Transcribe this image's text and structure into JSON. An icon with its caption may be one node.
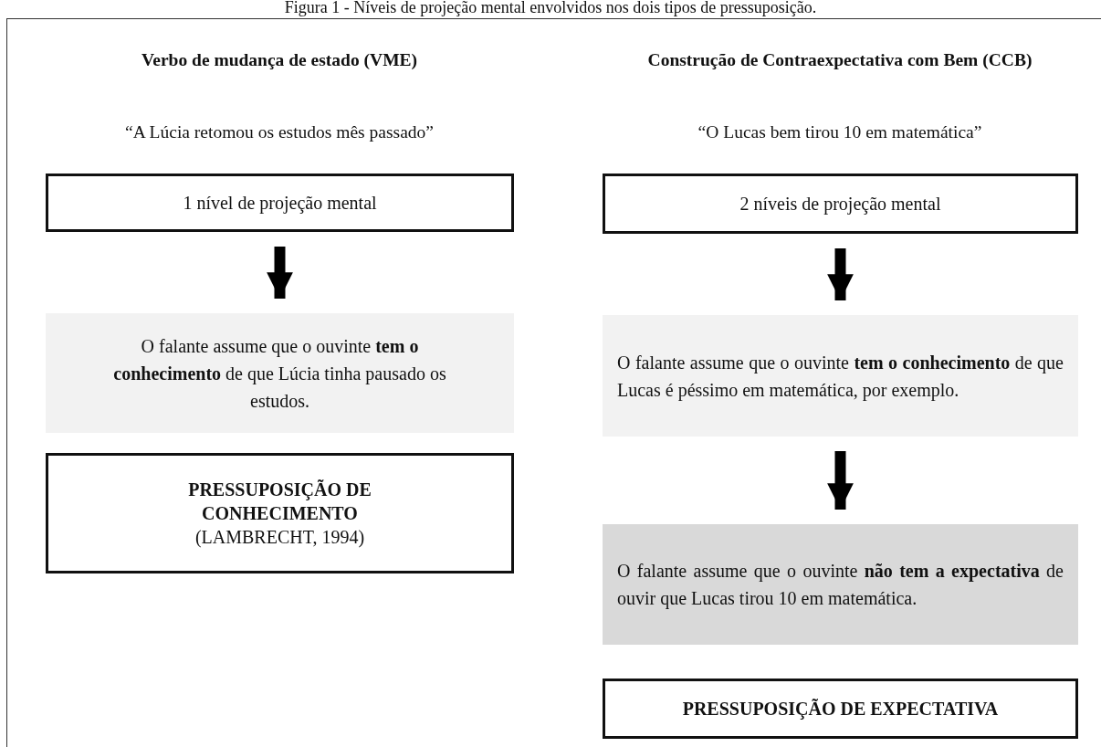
{
  "diagram": {
    "title": "Figura 1 - Níveis de projeção mental envolvidos nos dois tipos de pressuposição.",
    "nodes": [
      {
        "text": [
          "1 nível de projeção mental"
        ]
      },
      {
        "text": [
          "O falante assume que o ouvinte **tem o conhecimento** de que Lúcia tinha pausado os estudos."
        ]
      },
      {
        "text": [
          "PRESSUPOSIÇÃO DE CONHECIMENTO",
          "(LAMBRECHT, 1994)"
        ]
      },
      {
        "text": [
          "2 níveis de projeção mental"
        ]
      },
      {
        "text": [
          "O falante assume que o ouvinte **tem o conhecimento** de que Lucas é péssimo em matemática, por exemplo."
        ]
      },
      {
        "text": [
          "O falante assume que o ouvinte **não tem a expectativa** de ouvir que Lucas tirou 10 em matemática."
        ]
      },
      {
        "text": [
          "PRESSUPOSIÇÃO DE EXPECTATIVA"
        ]
      }
    ],
    "edges": [
      {
        "from": 0,
        "to": 1,
        "arrow": "to"
      },
      {
        "from": 3,
        "to": 4,
        "arrow": "to"
      },
      {
        "from": 4,
        "to": 5,
        "arrow": "to"
      }
    ],
    "labels": [
      "Verbo de mudança de estado (VME)",
      "Construção de Contraexpectativa com Bem (CCB)",
      "“A Lúcia retomou os estudos mês passado”",
      "“O Lucas bem tirou 10 em matemática”"
    ]
  }
}
